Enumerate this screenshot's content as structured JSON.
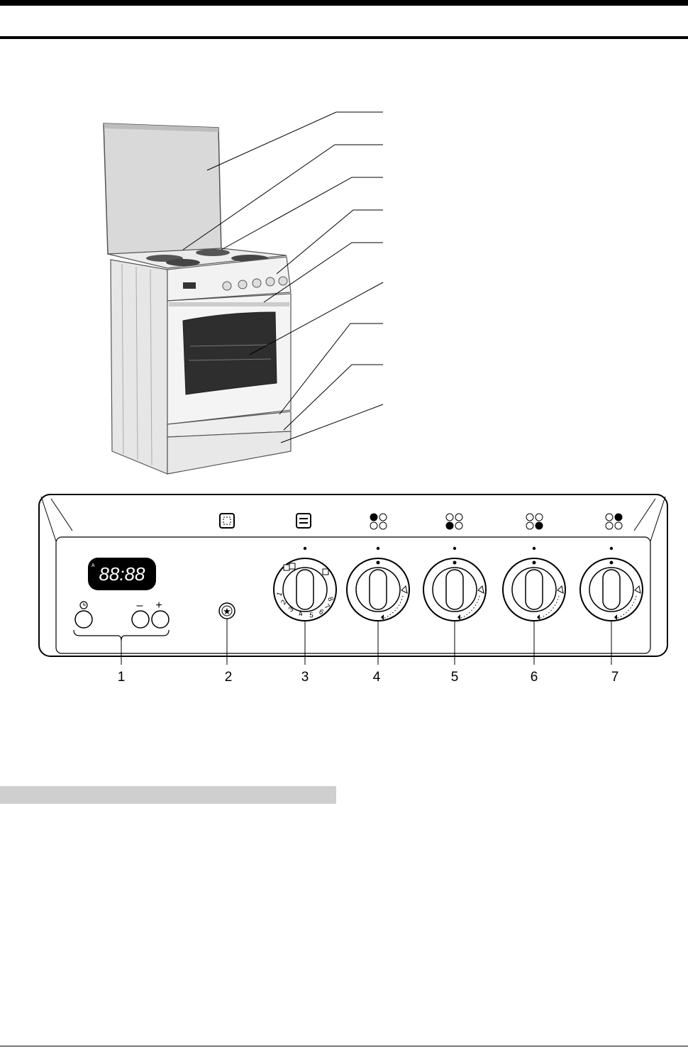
{
  "panel": {
    "display_text": "88:88",
    "clock_symbol": "clock-icon",
    "minus_label": "–",
    "plus_label": "+",
    "oven_scale": [
      "1",
      "2",
      "3",
      "4",
      "5",
      "6",
      "7",
      "8"
    ],
    "callouts": [
      "1",
      "2",
      "3",
      "4",
      "5",
      "6",
      "7"
    ]
  },
  "colors": {
    "line": "#000000",
    "section_bar": "#cfcfcf",
    "display_bg": "#000000"
  }
}
